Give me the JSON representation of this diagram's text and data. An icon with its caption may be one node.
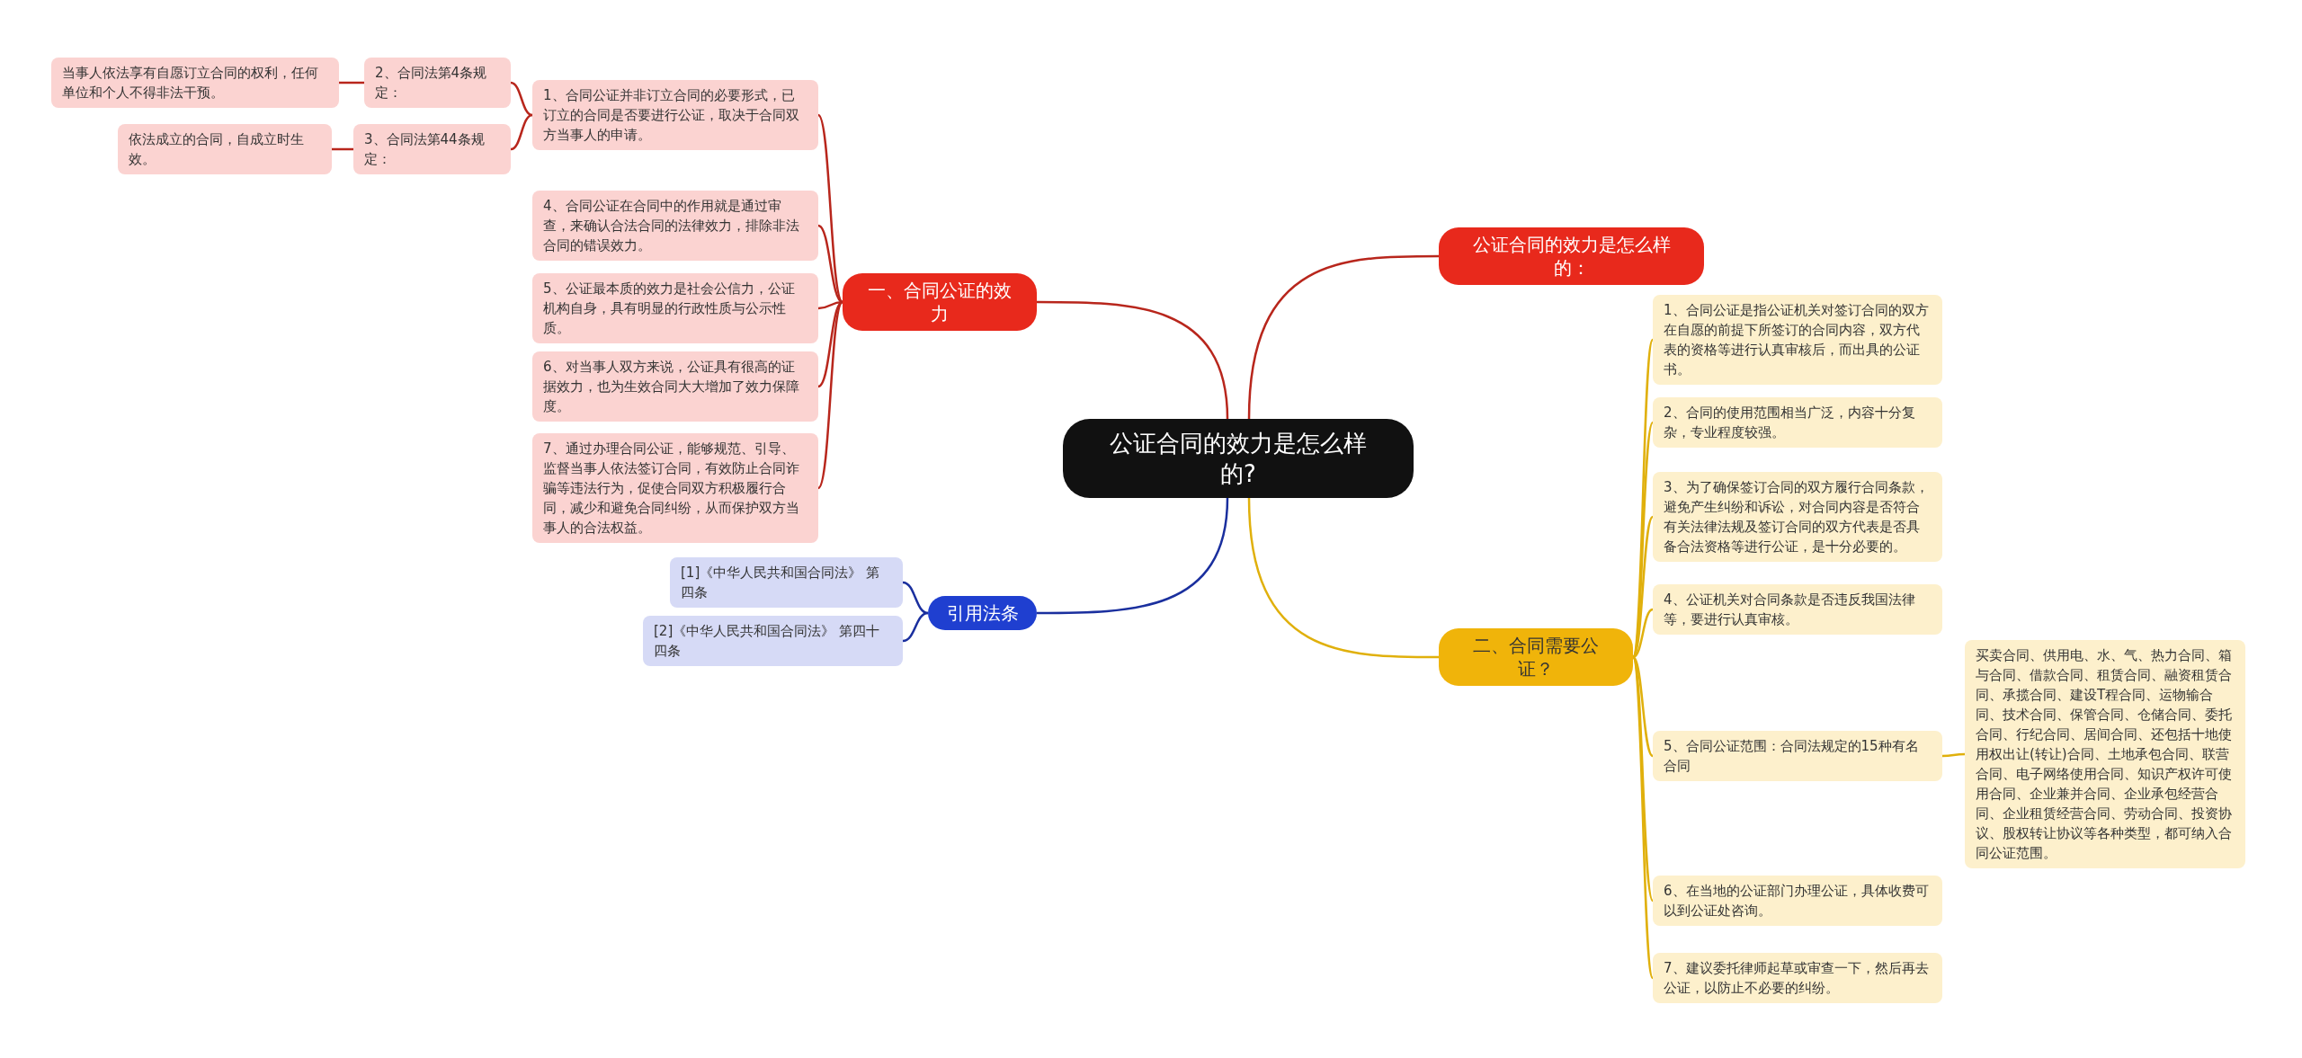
{
  "diagram": {
    "nodes": [
      {
        "text": [
          "公证合同的效力是怎么样的?"
        ]
      },
      {
        "text": [
          "一、合同公证的效力"
        ]
      },
      {
        "text": [
          "1、合同公证并非订立合同的必要形式，已订立的合同是否要进行公证，取决于合同双方当事人的申请。"
        ]
      },
      {
        "text": [
          "2、合同法第4条规定："
        ]
      },
      {
        "text": [
          "当事人依法享有自愿订立合同的权利，任何单位和个人不得非法干预。"
        ]
      },
      {
        "text": [
          "3、合同法第44条规定："
        ]
      },
      {
        "text": [
          "依法成立的合同，自成立时生效。"
        ]
      },
      {
        "text": [
          "4、合同公证在合同中的作用就是通过审查，来确认合法合同的法律效力，排除非法合同的错误效力。"
        ]
      },
      {
        "text": [
          "5、公证最本质的效力是社会公信力，公证机构自身，具有明显的行政性质与公示性质。"
        ]
      },
      {
        "text": [
          "6、对当事人双方来说，公证具有很高的证据效力，也为生效合同大大增加了效力保障度。"
        ]
      },
      {
        "text": [
          "7、通过办理合同公证，能够规范、引导、监督当事人依法签订合同，有效防止合同诈骗等违法行为，促使合同双方积极履行合同，减少和避免合同纠纷，从而保护双方当事人的合法权益。"
        ]
      },
      {
        "text": [
          "引用法条"
        ]
      },
      {
        "text": [
          "[1]《中华人民共和国合同法》 第四条"
        ]
      },
      {
        "text": [
          "[2]《中华人民共和国合同法》 第四十四条"
        ]
      },
      {
        "text": [
          "公证合同的效力是怎么样的："
        ]
      },
      {
        "text": [
          "二、合同需要公证？"
        ]
      },
      {
        "text": [
          "1、合同公证是指公证机关对签订合同的双方在自愿的前提下所签订的合同内容，双方代表的资格等进行认真审核后，而出具的公证书。"
        ]
      },
      {
        "text": [
          "2、合同的使用范围相当广泛，内容十分复杂，专业程度较强。"
        ]
      },
      {
        "text": [
          "3、为了确保签订合同的双方履行合同条款，避免产生纠纷和诉讼，对合同内容是否符合有关法律法规及签订合同的双方代表是否具备合法资格等进行公证，是十分必要的。"
        ]
      },
      {
        "text": [
          "4、公证机关对合同条款是否违反我国法律等，要进行认真审核。"
        ]
      },
      {
        "text": [
          "5、合同公证范围：合同法规定的15种有名合同"
        ]
      },
      {
        "text": [
          "6、在当地的公证部门办理公证，具体收费可以到公证处咨询。"
        ]
      },
      {
        "text": [
          "7、建议委托律师起草或审查一下，然后再去公证，以防止不必要的纠纷。"
        ]
      },
      {
        "text": [
          "买卖合同、供用电、水、气、热力合同、箱与合同、借款合同、租赁合同、融资租赁合同、承揽合同、建设T程合同、运物输合同、技术合同、保管合同、仓储合同、委托合同、行纪合同、居间合同、还包括十地使用权出让(转让)合同、土地承包合同、联营合同、电子网络使用合同、知识产权许可使用合同、企业兼并合同、企业承包经营合同、企业租赁经营合同、劳动合同、投资协议、股权转让协议等各种类型，都可纳入合同公证范围。"
        ]
      }
    ],
    "edges": [
      {
        "from": 0,
        "to": 1,
        "arrow": "none",
        "color": "#b8261c"
      },
      {
        "from": 1,
        "to": 2,
        "arrow": "none",
        "color": "#b8261c"
      },
      {
        "from": 2,
        "to": 3,
        "arrow": "none",
        "color": "#b8261c"
      },
      {
        "from": 3,
        "to": 4,
        "arrow": "none",
        "color": "#b8261c"
      },
      {
        "from": 2,
        "to": 5,
        "arrow": "none",
        "color": "#b8261c"
      },
      {
        "from": 5,
        "to": 6,
        "arrow": "none",
        "color": "#b8261c"
      },
      {
        "from": 1,
        "to": 7,
        "arrow": "none",
        "color": "#b8261c"
      },
      {
        "from": 1,
        "to": 8,
        "arrow": "none",
        "color": "#b8261c"
      },
      {
        "from": 1,
        "to": 9,
        "arrow": "none",
        "color": "#b8261c"
      },
      {
        "from": 1,
        "to": 10,
        "arrow": "none",
        "color": "#b8261c"
      },
      {
        "from": 0,
        "to": 11,
        "arrow": "none",
        "color": "#1a2f9e"
      },
      {
        "from": 11,
        "to": 12,
        "arrow": "none",
        "color": "#1a2f9e"
      },
      {
        "from": 11,
        "to": 13,
        "arrow": "none",
        "color": "#1a2f9e"
      },
      {
        "from": 0,
        "to": 14,
        "arrow": "none",
        "color": "#b8261c"
      },
      {
        "from": 0,
        "to": 15,
        "arrow": "none",
        "color": "#e0b00c"
      },
      {
        "from": 15,
        "to": 16,
        "arrow": "none",
        "color": "#e0b00c"
      },
      {
        "from": 15,
        "to": 17,
        "arrow": "none",
        "color": "#e0b00c"
      },
      {
        "from": 15,
        "to": 18,
        "arrow": "none",
        "color": "#e0b00c"
      },
      {
        "from": 15,
        "to": 19,
        "arrow": "none",
        "color": "#e0b00c"
      },
      {
        "from": 15,
        "to": 20,
        "arrow": "none",
        "color": "#e0b00c"
      },
      {
        "from": 15,
        "to": 21,
        "arrow": "none",
        "color": "#e0b00c"
      },
      {
        "from": 15,
        "to": 22,
        "arrow": "none",
        "color": "#e0b00c"
      },
      {
        "from": 20,
        "to": 23,
        "arrow": "none",
        "color": "#e0b00c"
      }
    ]
  }
}
